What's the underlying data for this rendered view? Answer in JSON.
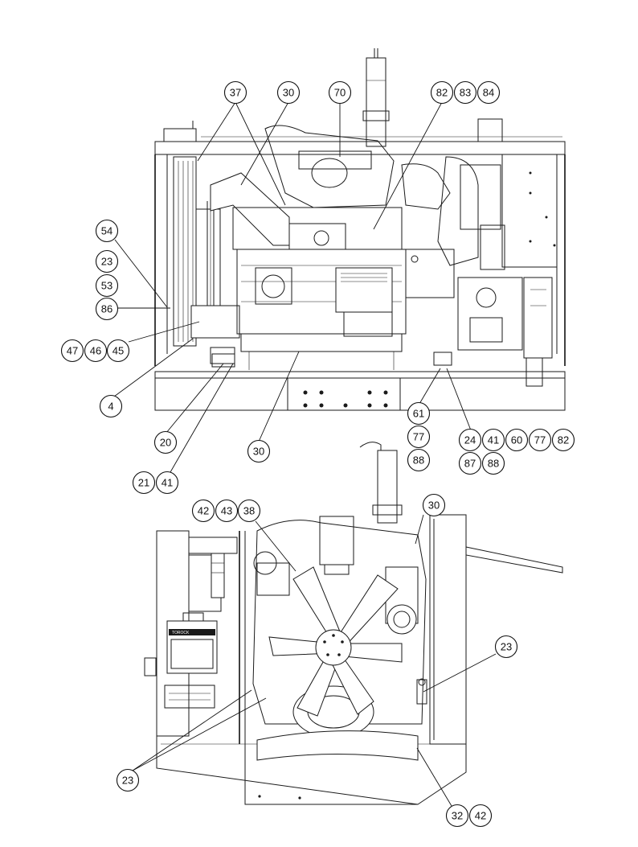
{
  "views": {
    "top": {
      "callouts": [
        {
          "label": "37"
        },
        {
          "label": "30"
        },
        {
          "label": "70"
        },
        {
          "label": "82"
        },
        {
          "label": "83"
        },
        {
          "label": "84"
        },
        {
          "label": "54"
        },
        {
          "label": "23"
        },
        {
          "label": "53"
        },
        {
          "label": "86"
        },
        {
          "label": "47"
        },
        {
          "label": "46"
        },
        {
          "label": "45"
        },
        {
          "label": "4"
        },
        {
          "label": "20"
        },
        {
          "label": "21"
        },
        {
          "label": "41"
        },
        {
          "label": "30"
        },
        {
          "label": "61"
        },
        {
          "label": "77"
        },
        {
          "label": "88"
        },
        {
          "label": "24"
        },
        {
          "label": "41"
        },
        {
          "label": "60"
        },
        {
          "label": "77"
        },
        {
          "label": "82"
        },
        {
          "label": "87"
        },
        {
          "label": "88"
        }
      ]
    },
    "bottom": {
      "nameplate_text": "TOROCK",
      "callouts": [
        {
          "label": "42"
        },
        {
          "label": "43"
        },
        {
          "label": "38"
        },
        {
          "label": "30"
        },
        {
          "label": "23"
        },
        {
          "label": "23"
        },
        {
          "label": "32"
        },
        {
          "label": "42"
        }
      ]
    }
  },
  "colors": {
    "line": "#1a1a1a",
    "background": "#ffffff"
  }
}
